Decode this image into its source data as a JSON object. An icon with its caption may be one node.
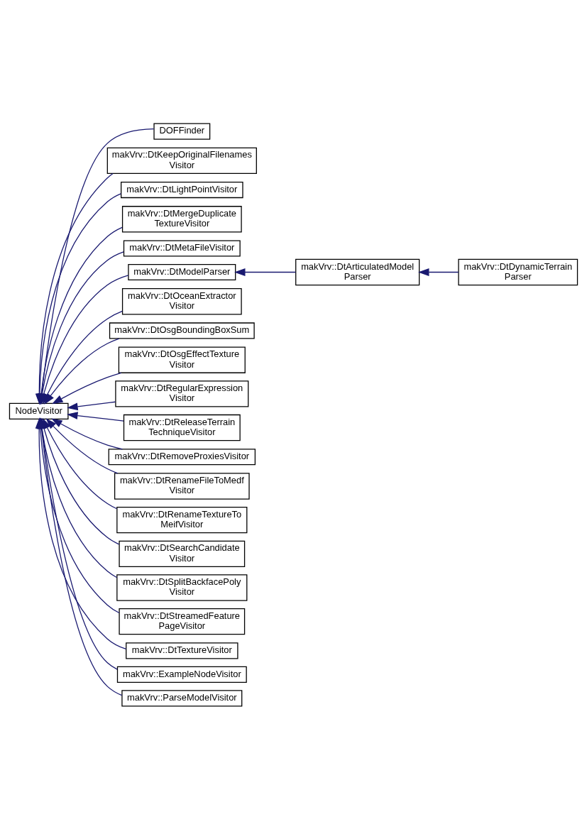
{
  "diagram": {
    "nodes": [
      {
        "text": [
          "NodeVisitor"
        ]
      },
      {
        "text": [
          "DOFFinder"
        ]
      },
      {
        "text": [
          "makVrv::DtKeepOriginalFilenames Visitor"
        ]
      },
      {
        "text": [
          "makVrv::DtLightPointVisitor"
        ]
      },
      {
        "text": [
          "makVrv::DtMergeDuplicate TextureVisitor"
        ]
      },
      {
        "text": [
          "makVrv::DtMetaFileVisitor"
        ]
      },
      {
        "text": [
          "makVrv::DtModelParser"
        ]
      },
      {
        "text": [
          "makVrv::DtArticulatedModel Parser"
        ]
      },
      {
        "text": [
          "makVrv::DtDynamicTerrain Parser"
        ]
      },
      {
        "text": [
          "makVrv::DtOceanExtractor Visitor"
        ]
      },
      {
        "text": [
          "makVrv::DtOsgBoundingBoxSum"
        ]
      },
      {
        "text": [
          "makVrv::DtOsgEffectTexture Visitor"
        ]
      },
      {
        "text": [
          "makVrv::DtRegularExpression Visitor"
        ]
      },
      {
        "text": [
          "makVrv::DtReleaseTerrain TechniqueVisitor"
        ]
      },
      {
        "text": [
          "makVrv::DtRemoveProxiesVisitor"
        ]
      },
      {
        "text": [
          "makVrv::DtRenameFileToMedf Visitor"
        ]
      },
      {
        "text": [
          "makVrv::DtRenameTextureTo MeifVisitor"
        ]
      },
      {
        "text": [
          "makVrv::DtSearchCandidate Visitor"
        ]
      },
      {
        "text": [
          "makVrv::DtSplitBackfacePoly Visitor"
        ]
      },
      {
        "text": [
          "makVrv::DtStreamedFeature PageVisitor"
        ]
      },
      {
        "text": [
          "makVrv::DtTextureVisitor"
        ]
      },
      {
        "text": [
          "makVrv::ExampleNodeVisitor"
        ]
      },
      {
        "text": [
          "makVrv::ParseModelVisitor"
        ]
      }
    ],
    "edges": [
      {
        "from": 1,
        "to": 0,
        "arrow": "to"
      },
      {
        "from": 2,
        "to": 0,
        "arrow": "to"
      },
      {
        "from": 3,
        "to": 0,
        "arrow": "to"
      },
      {
        "from": 4,
        "to": 0,
        "arrow": "to"
      },
      {
        "from": 5,
        "to": 0,
        "arrow": "to"
      },
      {
        "from": 6,
        "to": 0,
        "arrow": "to"
      },
      {
        "from": 7,
        "to": 6,
        "arrow": "to"
      },
      {
        "from": 8,
        "to": 7,
        "arrow": "to"
      },
      {
        "from": 9,
        "to": 0,
        "arrow": "to"
      },
      {
        "from": 10,
        "to": 0,
        "arrow": "to"
      },
      {
        "from": 11,
        "to": 0,
        "arrow": "to"
      },
      {
        "from": 12,
        "to": 0,
        "arrow": "to"
      },
      {
        "from": 13,
        "to": 0,
        "arrow": "to"
      },
      {
        "from": 14,
        "to": 0,
        "arrow": "to"
      },
      {
        "from": 15,
        "to": 0,
        "arrow": "to"
      },
      {
        "from": 16,
        "to": 0,
        "arrow": "to"
      },
      {
        "from": 17,
        "to": 0,
        "arrow": "to"
      },
      {
        "from": 18,
        "to": 0,
        "arrow": "to"
      },
      {
        "from": 19,
        "to": 0,
        "arrow": "to"
      },
      {
        "from": 20,
        "to": 0,
        "arrow": "to"
      },
      {
        "from": 21,
        "to": 0,
        "arrow": "to"
      },
      {
        "from": 22,
        "to": 0,
        "arrow": "to"
      }
    ]
  }
}
